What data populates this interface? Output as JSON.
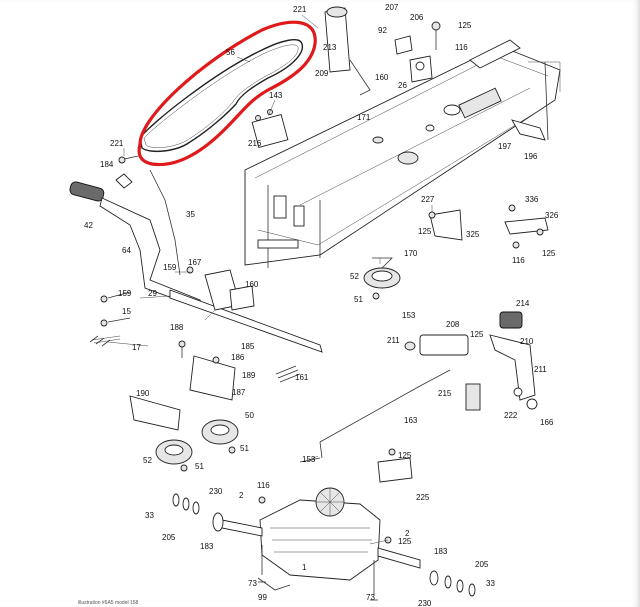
{
  "callouts": [
    "221",
    "207",
    "206",
    "125",
    "92",
    "213",
    "116",
    "56",
    "209",
    "160",
    "26",
    "143",
    "171",
    "216",
    "221",
    "197",
    "196",
    "184",
    "227",
    "336",
    "326",
    "35",
    "125",
    "325",
    "42",
    "170",
    "116",
    "125",
    "64",
    "167",
    "52",
    "159",
    "160",
    "51",
    "159",
    "29",
    "15",
    "188",
    "153",
    "208",
    "214",
    "211",
    "125",
    "210",
    "185",
    "17",
    "186",
    "189",
    "161",
    "211",
    "190",
    "187",
    "215",
    "222",
    "50",
    "163",
    "166",
    "51",
    "52",
    "51",
    "153",
    "125",
    "116",
    "230",
    "2",
    "225",
    "33",
    "205",
    "183",
    "2",
    "125",
    "183",
    "205",
    "73",
    "33",
    "99",
    "1",
    "73",
    "230"
  ],
  "footer_note": "illustration #6A5 model 158",
  "highlight_color": "#e0191b"
}
